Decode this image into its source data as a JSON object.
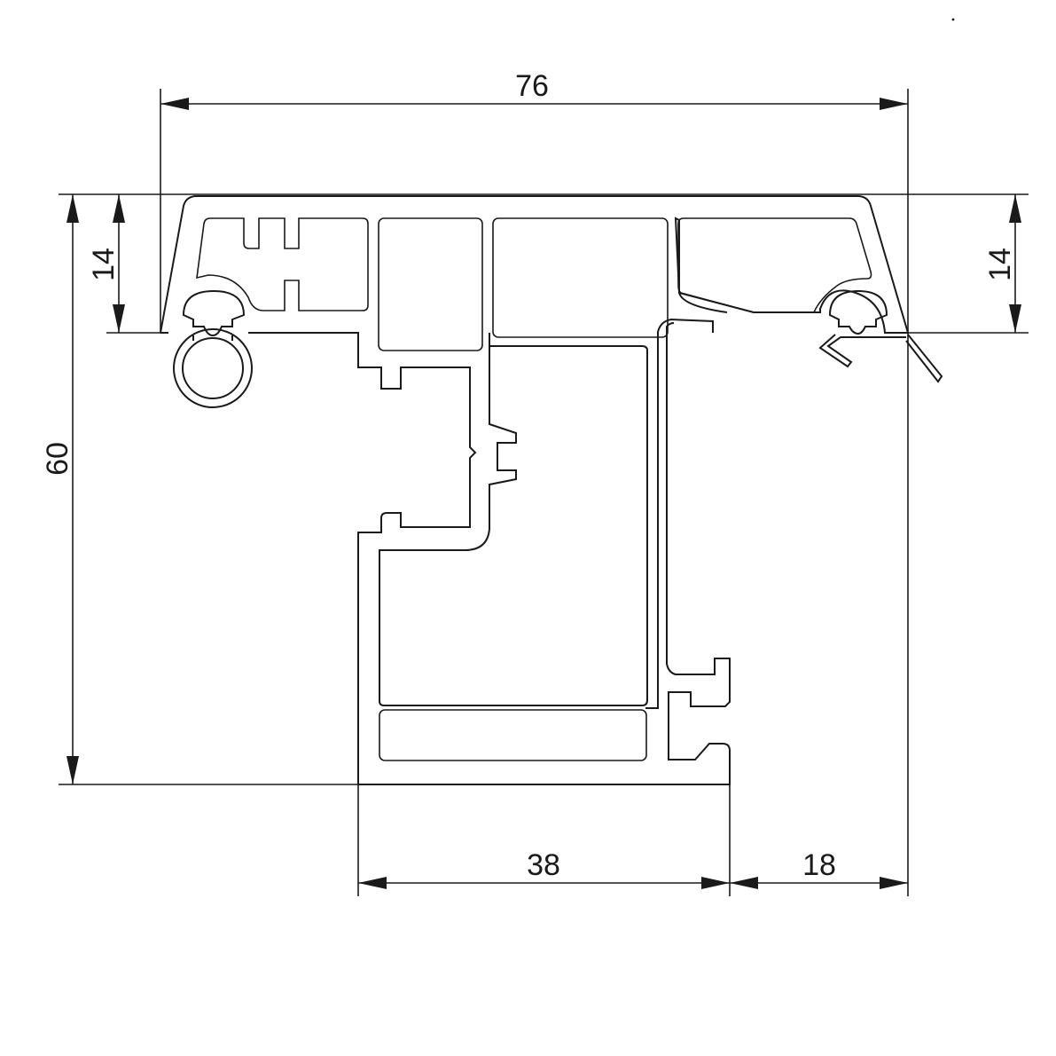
{
  "dimensions": {
    "overall_width": "76",
    "left_offset_depth": "14",
    "right_offset_depth": "14",
    "total_height": "60",
    "sash_width": "38",
    "overhang_width": "18"
  }
}
